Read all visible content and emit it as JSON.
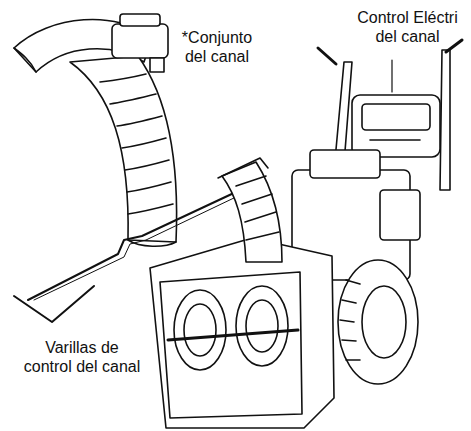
{
  "diagram": {
    "labels": [
      "Control Eléctri del canal",
      "*Conjunto del canal",
      "Varillas de control del canal"
    ]
  }
}
